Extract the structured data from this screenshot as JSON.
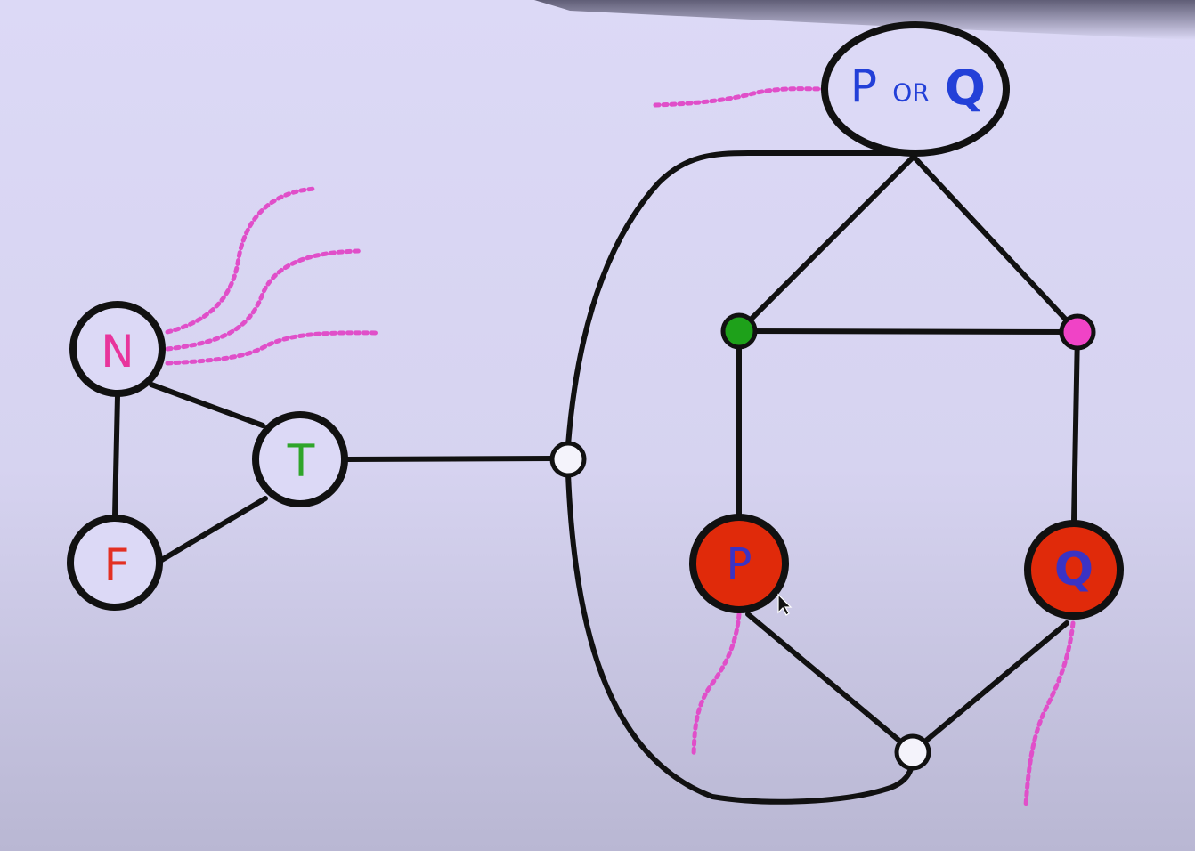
{
  "diagram": {
    "nodes": {
      "n": {
        "label": "N",
        "color": "#e8359c"
      },
      "t": {
        "label": "T",
        "color": "#2fa52a"
      },
      "f": {
        "label": "F",
        "color": "#e33022"
      },
      "p_or_q": {
        "label_left": "P",
        "label_mid": "OR",
        "label_right": "Q",
        "color": "#2340d8"
      },
      "p": {
        "label": "P",
        "color": "#3a33c4",
        "fill": "#e02a0a"
      },
      "q": {
        "label": "Q",
        "color": "#3a33c4",
        "fill": "#e02a0a"
      },
      "green_dot": {
        "fill": "#1ea11a"
      },
      "pink_dot": {
        "fill": "#f043c6"
      }
    },
    "colors": {
      "edge": "#111111",
      "dotted_edge": "#e04fc9",
      "node_fill": "#dcd9f6"
    }
  }
}
